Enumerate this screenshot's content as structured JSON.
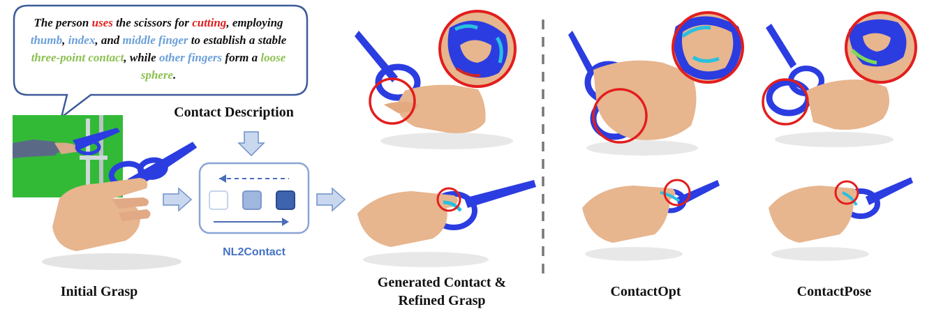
{
  "description": {
    "segments": [
      {
        "text": "The person ",
        "style": "black"
      },
      {
        "text": "uses",
        "style": "red"
      },
      {
        "text": " the scissors for ",
        "style": "black"
      },
      {
        "text": "cutting",
        "style": "red"
      },
      {
        "text": ", employing ",
        "style": "black"
      },
      {
        "text": "thumb",
        "style": "blue"
      },
      {
        "text": ", ",
        "style": "black"
      },
      {
        "text": "index",
        "style": "blue"
      },
      {
        "text": ", and ",
        "style": "black"
      },
      {
        "text": "middle finger",
        "style": "blue"
      },
      {
        "text": " to establish a stable ",
        "style": "black"
      },
      {
        "text": "three-point contact",
        "style": "green"
      },
      {
        "text": ", while ",
        "style": "black"
      },
      {
        "text": "other fingers",
        "style": "blue"
      },
      {
        "text": " form a ",
        "style": "black"
      },
      {
        "text": "loose sphere",
        "style": "green"
      },
      {
        "text": ".",
        "style": "black"
      }
    ]
  },
  "labels": {
    "contact_description": "Contact Description",
    "model_name": "NL2Contact",
    "initial_grasp": "Initial Grasp",
    "generated_line1": "Generated Contact &",
    "generated_line2": "Refined Grasp",
    "contactopt": "ContactOpt",
    "contactpose": "ContactPose"
  },
  "colors": {
    "scissors_blue": "#2b3de0",
    "hand_skin": "#e7b58e",
    "highlight_red": "#e31d1d",
    "arrow_fill": "#c9d8ef",
    "arrow_stroke": "#6f8fc7",
    "model_box_stroke": "#8aa4d4",
    "dark_square": "#3e64b0",
    "mid_square": "#9fb6de",
    "green_screen": "#35c23a"
  }
}
